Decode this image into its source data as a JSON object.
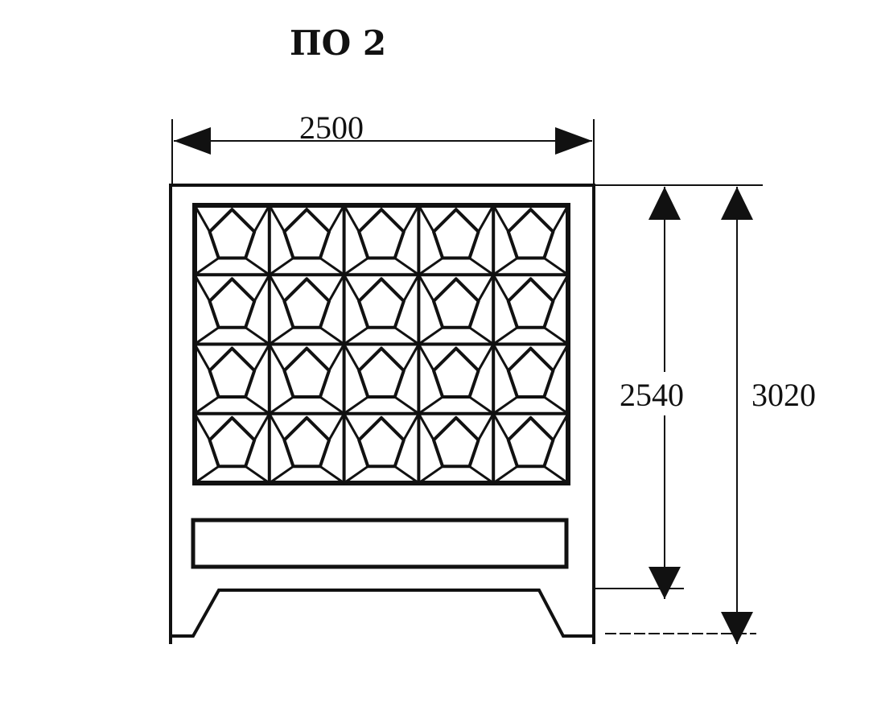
{
  "title": "ПО 2",
  "dimensions": {
    "width": "2500",
    "height_inner": "2540",
    "height_total": "3020"
  },
  "colors": {
    "ink": "#111111",
    "paper": "#ffffff"
  },
  "panel": {
    "grid_rows": 4,
    "grid_cols": 5
  }
}
